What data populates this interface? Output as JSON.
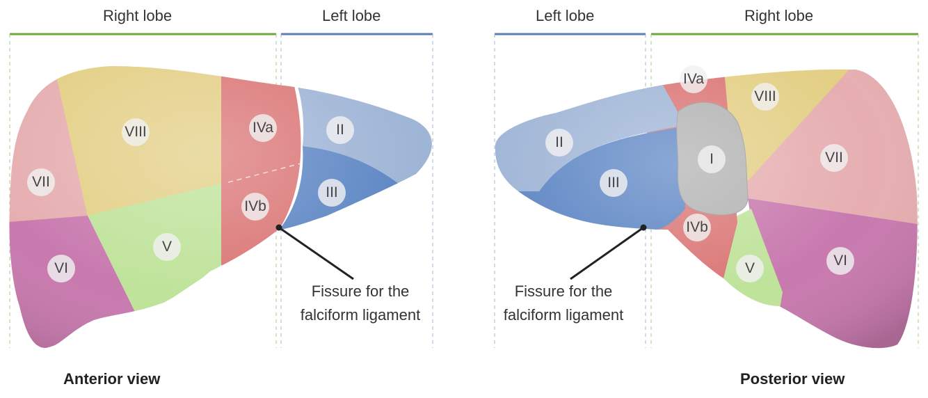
{
  "anterior": {
    "right_lobe": "Right lobe",
    "left_lobe": "Left lobe",
    "view_title": "Anterior view",
    "fissure_line1": "Fissure for the",
    "fissure_line2": "falciform ligament",
    "segments": {
      "VIII": "VIII",
      "VII": "VII",
      "VI": "VI",
      "V": "V",
      "IVa": "IVa",
      "IVb": "IVb",
      "II": "II",
      "III": "III"
    }
  },
  "posterior": {
    "right_lobe": "Right lobe",
    "left_lobe": "Left lobe",
    "view_title": "Posterior view",
    "fissure_line1": "Fissure for the",
    "fissure_line2": "falciform ligament",
    "segments": {
      "IVa": "IVa",
      "VIII": "VIII",
      "II": "II",
      "I": "I",
      "VII": "VII",
      "III": "III",
      "IVb": "IVb",
      "VI": "VI",
      "V": "V"
    }
  },
  "colors": {
    "right_lobe_bracket": "#6aaa3a",
    "left_lobe_bracket": "#5a7fb0",
    "segment_VIII": "#e3cf85",
    "segment_VII": "#e6aeb0",
    "segment_VI": "#c879ae",
    "segment_V": "#bfe39a",
    "segment_IV": "#db7676",
    "segment_II": "#9fb5d6",
    "segment_III": "#5d86c4",
    "segment_I": "#b2b2b2"
  }
}
